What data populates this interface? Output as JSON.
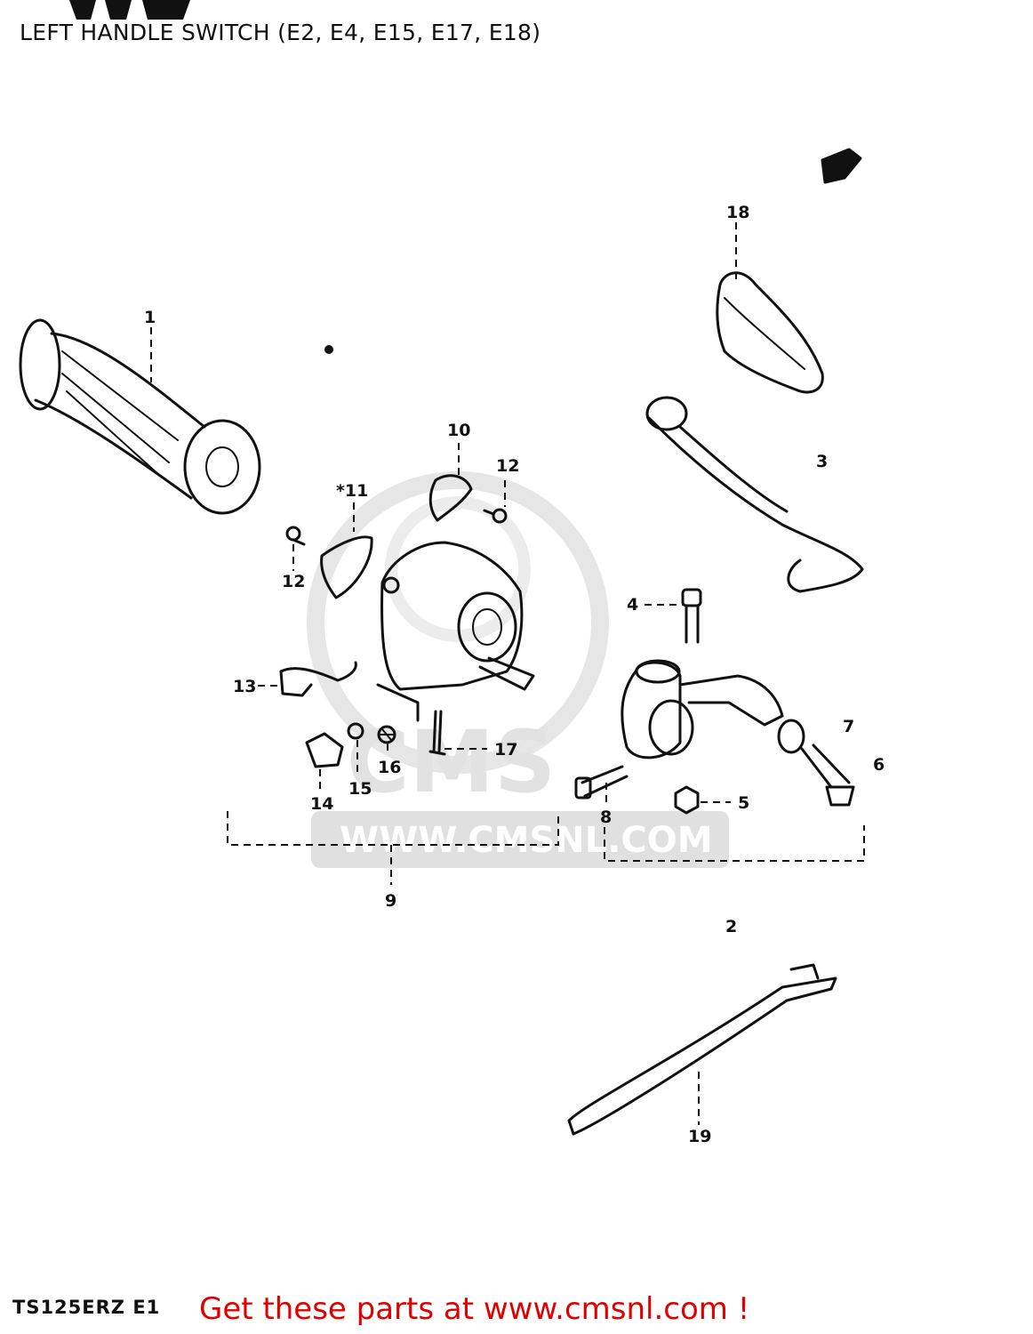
{
  "title": "LEFT HANDLE SWITCH (E2, E4, E15, E17, E18)",
  "watermark": {
    "brand": "CMS",
    "url": "WWW.CMSNL.COM"
  },
  "callouts": [
    {
      "id": "c1",
      "label": "1"
    },
    {
      "id": "c2",
      "label": "2"
    },
    {
      "id": "c3",
      "label": "3"
    },
    {
      "id": "c4",
      "label": "4"
    },
    {
      "id": "c5",
      "label": "5"
    },
    {
      "id": "c6",
      "label": "6"
    },
    {
      "id": "c7",
      "label": "7"
    },
    {
      "id": "c8",
      "label": "8"
    },
    {
      "id": "c9",
      "label": "9"
    },
    {
      "id": "c10",
      "label": "10"
    },
    {
      "id": "c11",
      "label": "*11"
    },
    {
      "id": "c12a",
      "label": "12"
    },
    {
      "id": "c12b",
      "label": "12"
    },
    {
      "id": "c13",
      "label": "13"
    },
    {
      "id": "c14",
      "label": "14"
    },
    {
      "id": "c15",
      "label": "15"
    },
    {
      "id": "c16",
      "label": "16"
    },
    {
      "id": "c17",
      "label": "17"
    },
    {
      "id": "c18",
      "label": "18"
    },
    {
      "id": "c19",
      "label": "19"
    }
  ],
  "footer": {
    "model_code": "TS125ERZ E1",
    "cta": "Get these parts at www.cmsnl.com !"
  },
  "colors": {
    "cta": "#e00000",
    "line": "#111111",
    "watermark": "#d6d6d6"
  }
}
